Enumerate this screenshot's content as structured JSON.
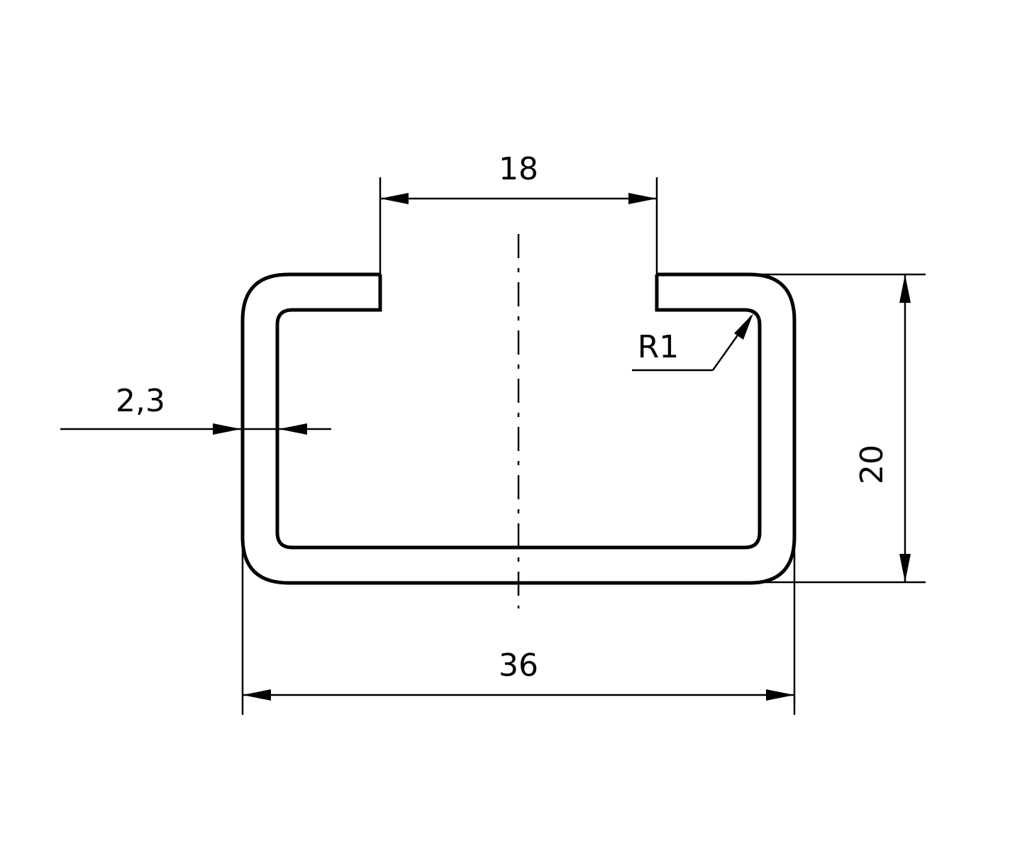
{
  "dimensions": {
    "slot_width": "18",
    "height": "20",
    "width": "36",
    "wall_thickness": "2,3",
    "radius": "R1"
  },
  "colors": {
    "line": "#000000",
    "background": "#ffffff"
  }
}
